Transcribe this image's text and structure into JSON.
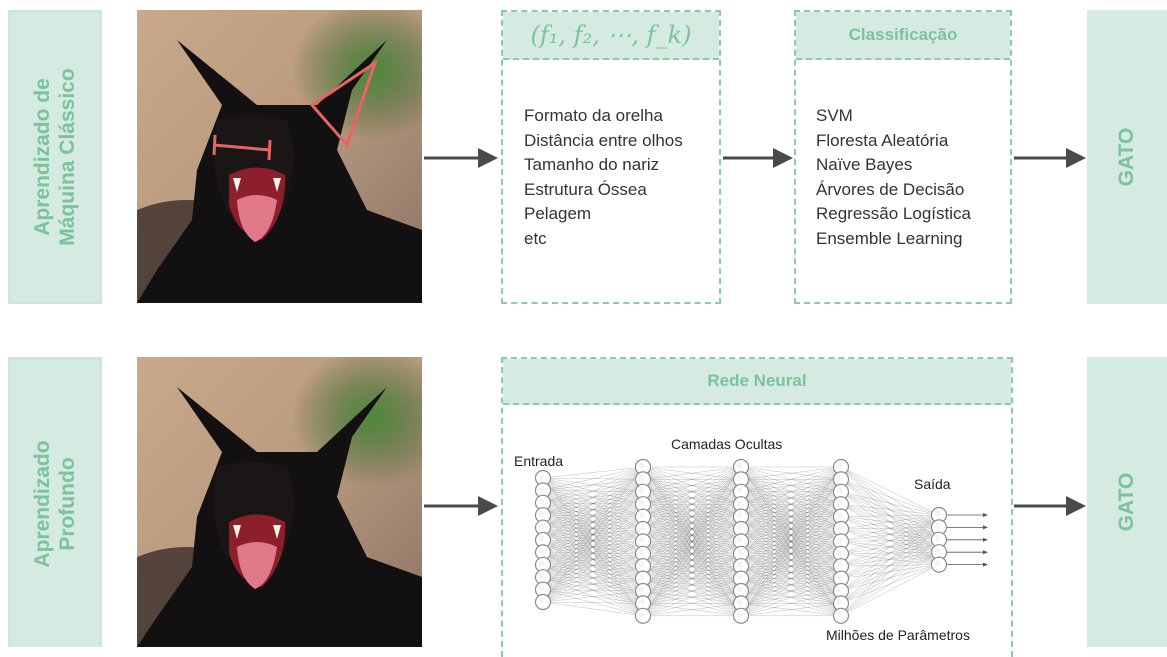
{
  "classic": {
    "side_label_line1": "Aprendizado de",
    "side_label_line2": "Máquina Clássico",
    "features_header": "(f₁, f₂, ⋯, f_k)",
    "features": [
      "Formato da orelha",
      "Distância entre olhos",
      "Tamanho do nariz",
      "Estrutura Óssea",
      "Pelagem",
      "etc"
    ],
    "classifiers_header": "Classificação",
    "classifiers": [
      "SVM",
      "Floresta Aleatória",
      "Naïve Bayes",
      "Árvores de Decisão",
      "Regressão Logística",
      "Ensemble Learning"
    ],
    "output": "GATO"
  },
  "deep": {
    "side_label_line1": "Aprendizado",
    "side_label_line2": "Profundo",
    "network_header": "Rede Neural",
    "input_label": "Entrada",
    "hidden_label": "Camadas Ocultas",
    "output_label": "Saída",
    "params_label": "Milhões de Parâmetros",
    "output": "GATO"
  },
  "colors": {
    "accent_green": "#7cc29c",
    "panel_fill": "#d5ebe1",
    "annotation_red": "#e86464",
    "arrow": "#4a4a4a"
  }
}
